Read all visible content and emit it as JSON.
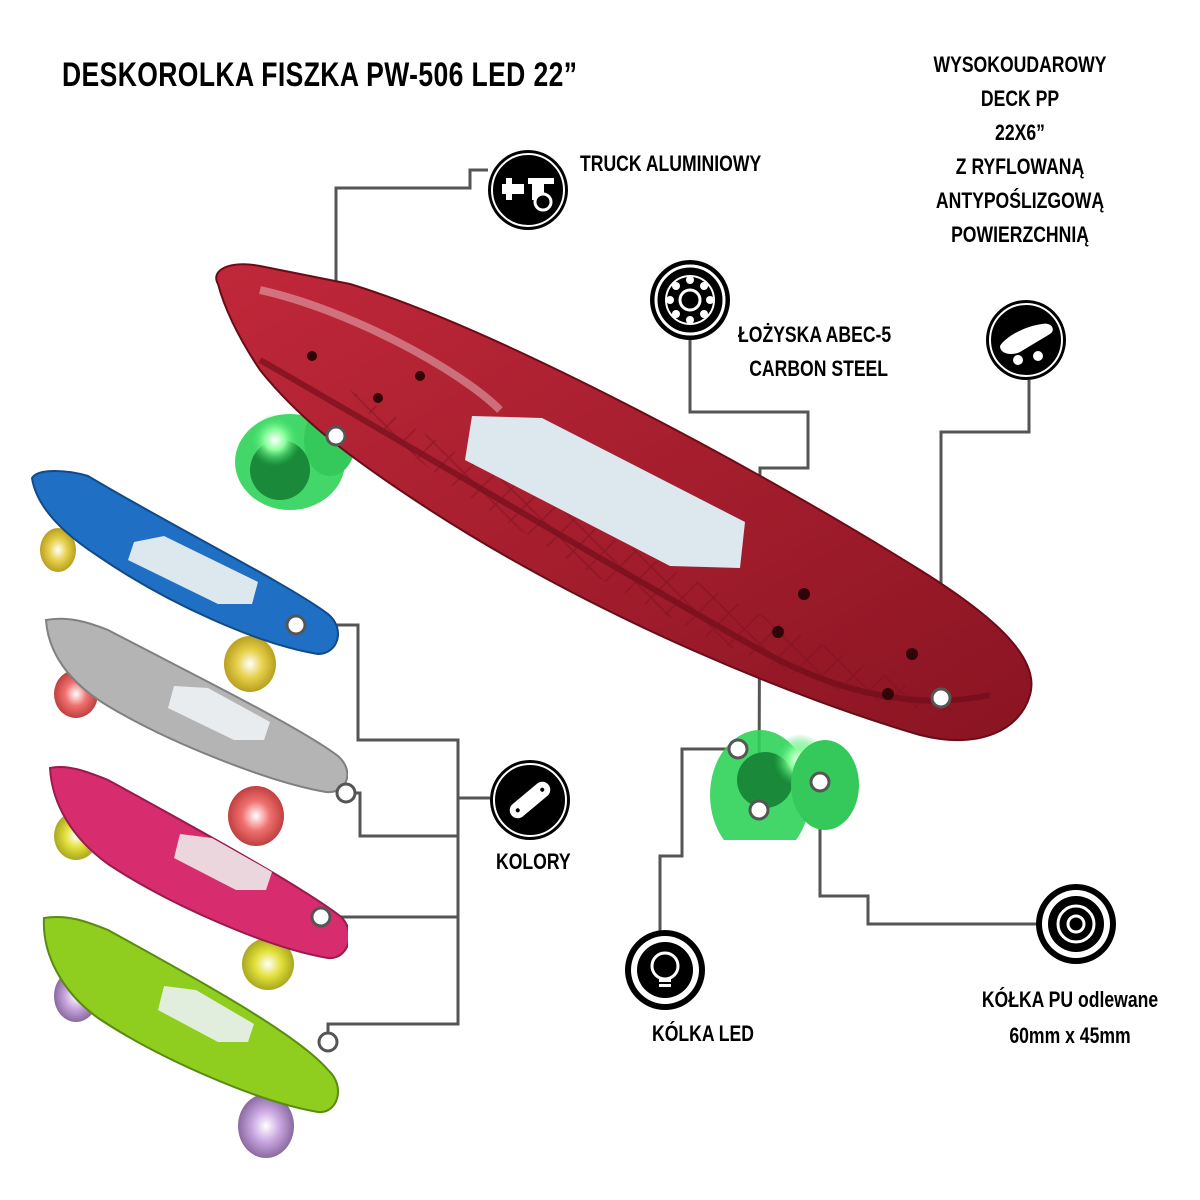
{
  "title": "DESKOROLKA FISZKA PW-506 LED 22”",
  "features": {
    "truck": "TRUCK ALUMINIOWY",
    "deck": [
      "WYSOKOUDAROWY",
      "DECK PP",
      "22X6”",
      "Z RYFLOWANĄ",
      "ANTYPOŚLIZGOWĄ",
      "POWIERZCHNIĄ"
    ],
    "bearings": [
      "ŁOŻYSKA ABEC-5",
      "CARBON STEEL"
    ],
    "colors": "KOLORY",
    "led_wheels": "KÓLKA LED",
    "pu_wheels": [
      "KÓŁKA PU odlewane",
      "60mm x 45mm"
    ]
  },
  "icons": [
    "truck-icon",
    "deck-icon",
    "bearing-icon",
    "skateboard-icon",
    "bulb-icon",
    "wheel-icon"
  ],
  "board_colors": {
    "main": "#9c1828",
    "variants": [
      "#1f6fc4",
      "#b4b4b4",
      "#d72c6e",
      "#8fcd1e"
    ],
    "wheels": [
      "#e7d04a",
      "#f07070",
      "#e2e03a",
      "#c9a6e0"
    ],
    "main_wheels": "#2fd35a"
  }
}
